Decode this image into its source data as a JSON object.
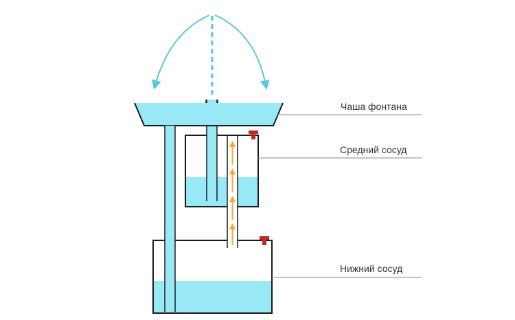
{
  "labels": {
    "bowl": "Чаша фонтана",
    "middle_vessel": "Средний сосуд",
    "lower_vessel": "Нижний сосуд"
  },
  "colors": {
    "water": "#99E8F5",
    "outline": "#1b1b1b",
    "jet": "#58C9DC",
    "air_arrow": "#F2A93B",
    "valve": "#C0282B",
    "leader_line": "#8a8a8a"
  },
  "icons": {
    "valve": "red-valve-icon",
    "air_flow": "up-arrow-icon",
    "jet_spray": "curved-arrow-icon"
  }
}
